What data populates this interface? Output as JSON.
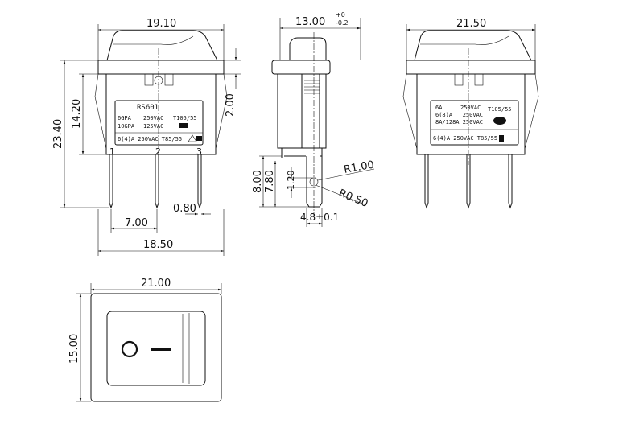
{
  "front_view": {
    "width": "19.10",
    "height_total": "23.40",
    "height_body": "14.20",
    "flange": "2.00",
    "pin_pitch": "7.00",
    "pin_width": "0.80",
    "base_width": "18.50",
    "pins": [
      "1",
      "2",
      "3"
    ],
    "label": {
      "model": "RS601",
      "line1a": "6GPA",
      "line1b": "250VAC",
      "line1c": "T105/55",
      "line2a": "10GPA",
      "line2b": "125VAC",
      "bottom": "6(4)A 250VAC T85/55"
    }
  },
  "side_view": {
    "width": "13.00",
    "tol_plus": "+0",
    "tol_minus": "-0.2",
    "term_height": "8.00",
    "term_len": "7.80",
    "hole": "1.20",
    "r1": "R1.00",
    "r2": "R0.50",
    "term_width": "4.8±0.1"
  },
  "rear_view": {
    "width": "21.50",
    "label": {
      "l1a": "6A",
      "l1b": "250VAC",
      "l1c": "T105/55",
      "l2": "6(8)A   250VAC",
      "l3": "8A/128A 250VAC",
      "bottom": "6(4)A 250VAC T85/55"
    }
  },
  "bottom_view": {
    "width": "21.00",
    "height": "15.00",
    "off_symbol": "O",
    "on_symbol": "—"
  }
}
